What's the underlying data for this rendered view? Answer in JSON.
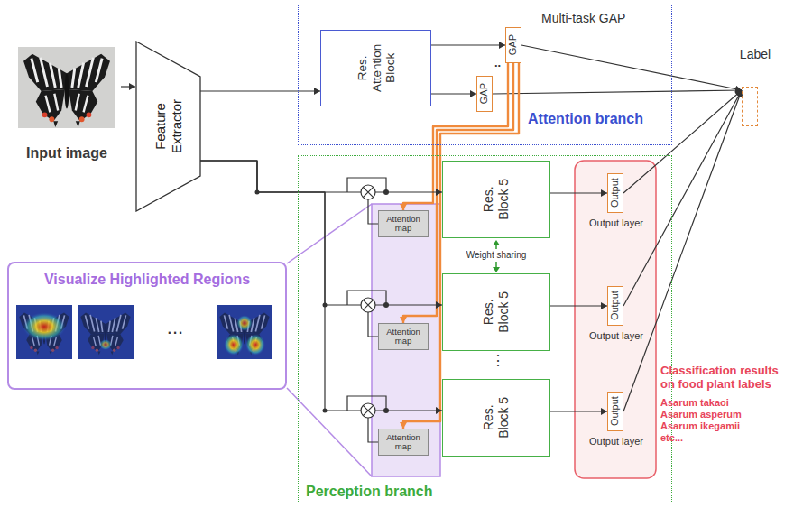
{
  "diagram": {
    "nodes": [
      {
        "text": [
          "Input image"
        ]
      },
      {
        "text": [
          "Feature Extractor"
        ]
      },
      {
        "text": [
          "Attention branch"
        ]
      },
      {
        "text": [
          "Res. Attention Block"
        ],
        "in": 2
      },
      {
        "text": [
          "GAP"
        ],
        "in": 2
      },
      {
        "text": [
          "GAP"
        ],
        "in": 2
      },
      {
        "text": [
          "Label"
        ]
      },
      {
        "text": [
          "Perception branch"
        ]
      },
      {
        "text": [
          "Attention map"
        ],
        "in": 7
      },
      {
        "text": [
          "Res. Block 5"
        ],
        "in": 7
      },
      {
        "text": [
          "Attention map"
        ],
        "in": 7
      },
      {
        "text": [
          "Res. Block 5"
        ],
        "in": 7
      },
      {
        "text": [
          "Attention map"
        ],
        "in": 7
      },
      {
        "text": [
          "Res. Block 5"
        ],
        "in": 7
      },
      {
        "text": [
          "Output",
          "Output layer"
        ],
        "in": 7
      },
      {
        "text": [
          "Output",
          "Output layer"
        ],
        "in": 7
      },
      {
        "text": [
          "Output",
          "Output layer"
        ],
        "in": 7
      },
      {
        "text": [
          "Visualize Highlighted Regions"
        ]
      }
    ],
    "edges": [
      {
        "from": 0,
        "to": 1,
        "arrow": "to"
      },
      {
        "from": 1,
        "to": 3,
        "arrow": "to"
      },
      {
        "from": 3,
        "to": 4,
        "arrow": "to"
      },
      {
        "from": 3,
        "to": 5,
        "arrow": "to"
      },
      {
        "from": 4,
        "to": 6,
        "arrow": "to"
      },
      {
        "from": 5,
        "to": 6,
        "arrow": "to"
      },
      {
        "from": 4,
        "to": 8,
        "arrow": "to"
      },
      {
        "from": 4,
        "to": 10,
        "arrow": "to"
      },
      {
        "from": 4,
        "to": 12,
        "arrow": "to"
      },
      {
        "from": 1,
        "to": 9,
        "arrow": "to"
      },
      {
        "from": 1,
        "to": 11,
        "arrow": "to"
      },
      {
        "from": 1,
        "to": 13,
        "arrow": "to"
      },
      {
        "from": 9,
        "to": 14,
        "arrow": "to"
      },
      {
        "from": 11,
        "to": 15,
        "arrow": "to"
      },
      {
        "from": 13,
        "to": 16,
        "arrow": "to"
      },
      {
        "from": 14,
        "to": 6,
        "arrow": "to"
      },
      {
        "from": 15,
        "to": 6,
        "arrow": "to"
      },
      {
        "from": 16,
        "to": 6,
        "arrow": "to"
      }
    ],
    "labels": [
      "Multi-task GAP",
      "..",
      "Weight sharing",
      "⋮",
      "...",
      "Classification results on food plant labels",
      "Asarum takaoi",
      "Asarum asperum",
      "Asarum ikegamii",
      "etc..."
    ]
  }
}
